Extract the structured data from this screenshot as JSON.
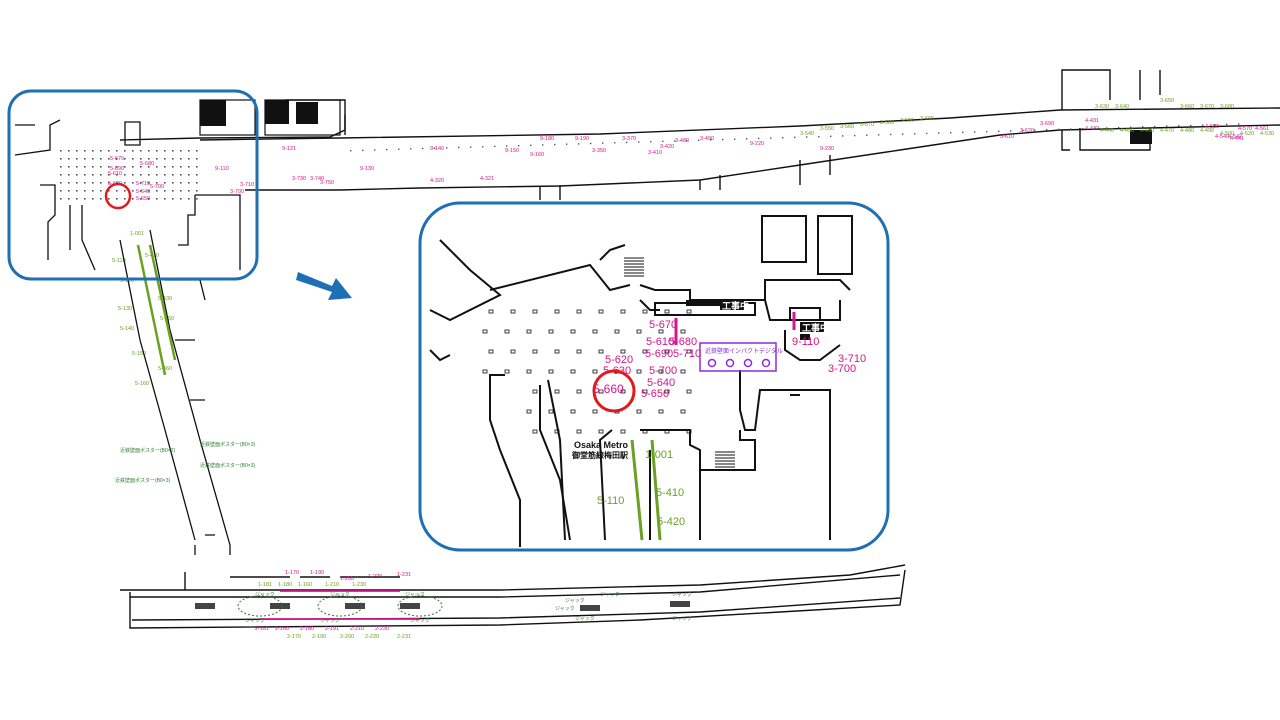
{
  "colors": {
    "frame": "#1f6fb5",
    "arrow": "#1f6fb5",
    "magenta": "#d6168c",
    "green": "#6aa121",
    "darkgreen": "#2e7d32",
    "purple": "#8a2be2",
    "marker": "#e01b1b",
    "wall": "#111111"
  },
  "focus_code": "5-660",
  "labels": {
    "construction": "工事中",
    "station_en": "Osaka Metro",
    "station_jp": "御堂筋線梅田駅",
    "impact_digital": "近鉄壁面インパクトデジタル",
    "jack": "ジャック"
  },
  "overview": {
    "magenta_codes": [
      "5-670",
      "5-680",
      "5-690",
      "5-700",
      "5-710",
      "5-620",
      "5-610",
      "5-640",
      "5-650",
      "9-121",
      "9-110",
      "3-710",
      "3-700",
      "3-730",
      "3-740",
      "3-750",
      "9-140",
      "9-130",
      "9-150",
      "9-160",
      "9-180",
      "9-190",
      "3-350",
      "3-370",
      "3-410",
      "3-420",
      "3-480",
      "3-490",
      "4-320",
      "4-321",
      "9-220",
      "9-230",
      "3-610",
      "3-620",
      "3-690",
      "4-431",
      "4-432",
      "4-441",
      "4-561",
      "4-570",
      "4-580",
      "4-540",
      "4-542"
    ],
    "green_codes": [
      "1-001",
      "5-110",
      "5-410",
      "5-120",
      "5-130",
      "5-430",
      "5-140",
      "5-150",
      "5-450",
      "5-160",
      "5-460",
      "3-540",
      "3-550",
      "3-560",
      "3-570",
      "3-580",
      "3-590",
      "3-600",
      "3-630",
      "3-640",
      "3-650",
      "3-660",
      "3-670",
      "3-680",
      "4-440",
      "4-450",
      "4-460",
      "4-470",
      "4-480",
      "4-490",
      "4-500",
      "4-520",
      "4-530"
    ],
    "platform_codes_top": [
      "1-170",
      "1-190",
      "1-200",
      "1-220",
      "1-231",
      "1-181",
      "1-180",
      "1-160",
      "1-210",
      "1-230"
    ],
    "platform_codes_bottom": [
      "2-181",
      "2-160",
      "2-180",
      "2-191",
      "2-210",
      "2-230",
      "2-170",
      "2-190",
      "2-200",
      "2-220",
      "2-231"
    ]
  },
  "zoom": {
    "magenta_codes": [
      "5-670",
      "5-680",
      "5-610",
      "5-690",
      "5-710",
      "5-620",
      "5-630",
      "5-700",
      "5-640",
      "5-650",
      "9-110",
      "3-710",
      "3-700"
    ],
    "green_codes": [
      "1-001",
      "5-410",
      "5-110",
      "5-420"
    ]
  }
}
